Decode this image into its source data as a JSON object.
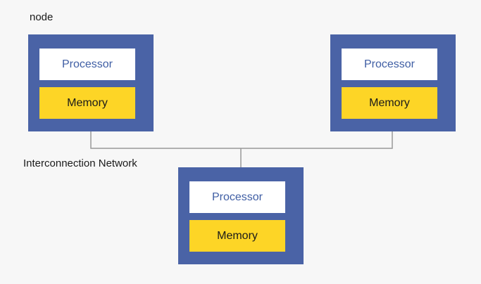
{
  "labels": {
    "node": "node",
    "network": "Interconnection Network"
  },
  "nodes": [
    {
      "processor": "Processor",
      "memory": "Memory"
    },
    {
      "processor": "Processor",
      "memory": "Memory"
    },
    {
      "processor": "Processor",
      "memory": "Memory"
    }
  ],
  "colors": {
    "background": "#f7f7f7",
    "node_fill": "#4a63a6",
    "processor_fill": "#ffffff",
    "processor_text": "#3f5ea4",
    "memory_fill": "#fdd526",
    "wire": "#999999"
  }
}
